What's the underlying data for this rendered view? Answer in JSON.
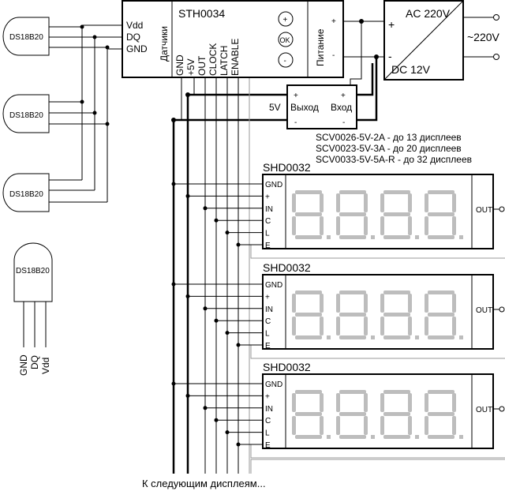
{
  "sensor": {
    "label": "DS18B20",
    "pins": [
      "GND",
      "DQ",
      "Vdd"
    ]
  },
  "controller": {
    "title": "STH0034",
    "sensors_label": "Датчики",
    "power_label": "Питание",
    "sensor_pins": [
      "Vdd",
      "DQ",
      "GND"
    ],
    "buttons": [
      "+",
      "OK",
      "-"
    ],
    "out_pins": [
      "GND",
      "+5V",
      "OUT",
      "CLOCK",
      "LATCH",
      "ENABLE"
    ],
    "power_pins": [
      "+",
      "-"
    ]
  },
  "psu": {
    "ac_label": "AC 220V",
    "dc_label": "DC 12V",
    "mains_label": "~220V",
    "plus": "+",
    "minus": "-"
  },
  "converter": {
    "out_label": "Выход",
    "in_label": "Вход",
    "voltage_label": "5V",
    "plus": "+",
    "minus": "-"
  },
  "converter_notes": [
    "SCV0026-5V-2A - до 13 дисплеев",
    "SCV0023-5V-3A - до 20 дисплеев",
    "SCV0033-5V-5A-R - до 32 дисплеев"
  ],
  "display": {
    "title": "SHD0032",
    "pins": [
      "GND",
      "+",
      "IN",
      "C",
      "L",
      "E"
    ],
    "out_label": "OUT"
  },
  "footer": "К следующим дисплеям...",
  "colors": {
    "line": "#000000",
    "segment": "#bdbdbd",
    "muted_line": "#999999"
  }
}
